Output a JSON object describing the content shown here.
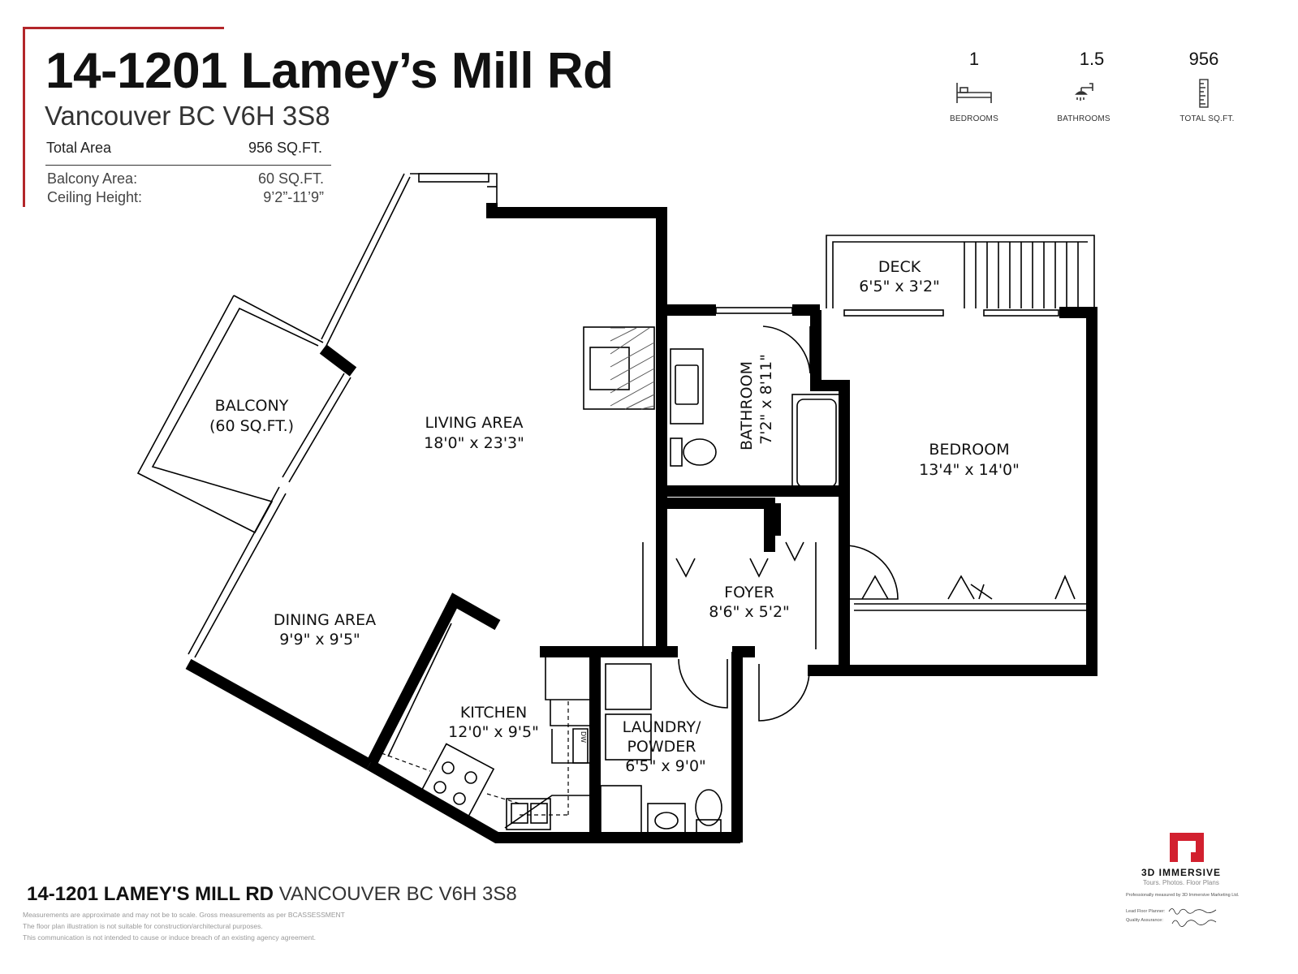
{
  "header": {
    "address_line1": "14-1201 Lamey’s Mill Rd",
    "address_line2": "Vancouver BC V6H 3S8",
    "total_area_label": "Total Area",
    "total_area_value": "956 SQ.FT.",
    "balcony_area_label": "Balcony Area:",
    "balcony_area_value": "60 SQ.FT.",
    "ceiling_height_label": "Ceiling Height:",
    "ceiling_height_value": "9’2”-11’9”"
  },
  "stats": [
    {
      "value": "1",
      "label": "BEDROOMS",
      "icon": "bed-icon"
    },
    {
      "value": "1.5",
      "label": "BATHROOMS",
      "icon": "shower-icon"
    },
    {
      "value": "956",
      "label": "TOTAL SQ.FT.",
      "icon": "ruler-icon"
    }
  ],
  "rooms": {
    "deck": {
      "name": "DECK",
      "dims": "6'5\" x 3'2\""
    },
    "bathroom": {
      "name": "BATHROOM",
      "dims": "7'2\" x 8'11\""
    },
    "bedroom": {
      "name": "BEDROOM",
      "dims": "13'4\" x 14'0\""
    },
    "balcony": {
      "name": "BALCONY",
      "dims": "(60 SQ.FT.)"
    },
    "living": {
      "name": "LIVING AREA",
      "dims": "18'0\" x 23'3\""
    },
    "foyer": {
      "name": "FOYER",
      "dims": "8'6\" x 5'2\""
    },
    "dining": {
      "name": "DINING AREA",
      "dims": "9'9\" x 9'5\""
    },
    "kitchen": {
      "name": "KITCHEN",
      "dims": "12'0\" x 9'5\""
    },
    "laundry": {
      "name": "LAUNDRY/",
      "name2": "POWDER",
      "dims": "6'5\" x 9'0\""
    },
    "dw": "DW"
  },
  "footer": {
    "address_bold": "14-1201 LAMEY'S MILL RD",
    "address_rest": "VANCOUVER BC V6H 3S8",
    "disclaimer1": "Measurements are approximate and may not be to scale. Gross measurements as per BCASSESSMENT",
    "disclaimer2": "The floor plan illustration is not suitable for construction/architectural purposes.",
    "disclaimer3": "This communication is not intended to cause or induce breach of an existing agency agreement."
  },
  "logo": {
    "name": "3D IMMERSIVE",
    "tagline": "Tours. Photos. Floor Plans",
    "credit": "Professionally measured by 3D Immersive Marketing Ltd.",
    "lead_label": "Lead Floor Planner:",
    "qa_label": "Quality Assurance:",
    "brand_color": "#d2202f"
  }
}
